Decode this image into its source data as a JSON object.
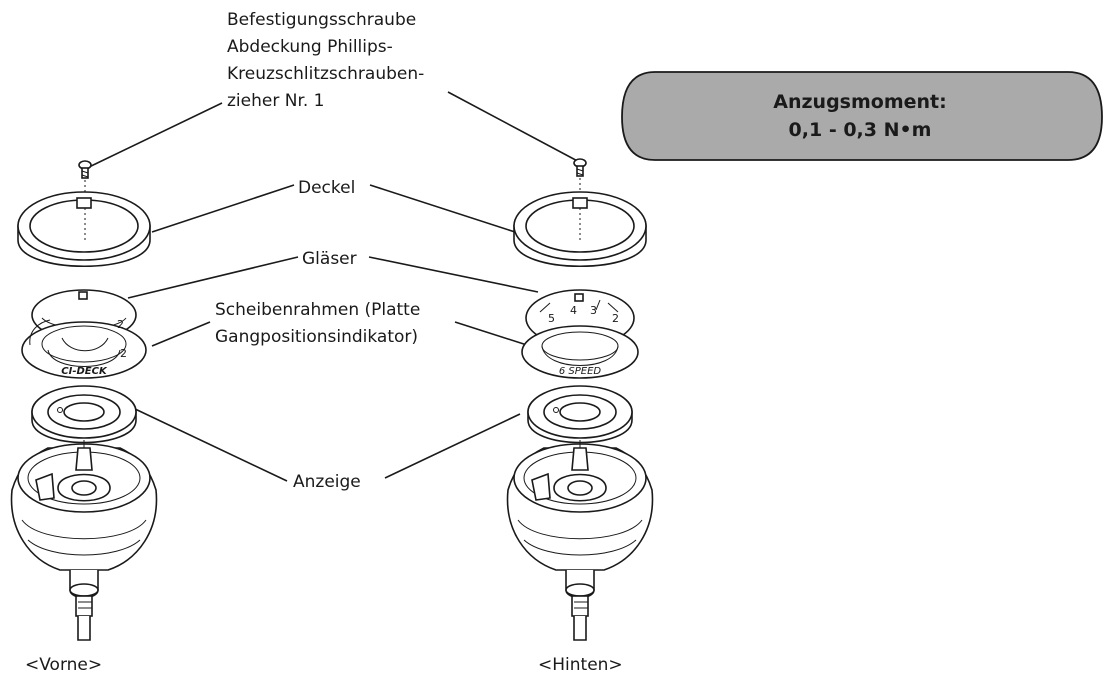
{
  "labels": {
    "screw_line1": "Befestigungsschraube",
    "screw_line2": "Abdeckung Phillips-",
    "screw_line3": "Kreuzschlitzschrauben-",
    "screw_line4": "zieher Nr. 1",
    "cover": "Deckel",
    "lens": "Gläser",
    "dial_line1": "Scheibenrahmen (Platte",
    "dial_line2": "Gangpositionsindikator)",
    "indicator": "Anzeige",
    "front": "<Vorne>",
    "rear": "<Hinten>"
  },
  "torque_box": {
    "line1": "Anzugsmoment:",
    "line2": "0,1 - 0,3 N•m",
    "fill_color": "#aaaaaa"
  },
  "plate_markings": {
    "front_brand": "CI-DECK",
    "rear_brand": "6 SPEED",
    "rear_numbers": [
      "5",
      "4",
      "3",
      "2"
    ],
    "front_numbers": [
      "2",
      "2"
    ]
  }
}
